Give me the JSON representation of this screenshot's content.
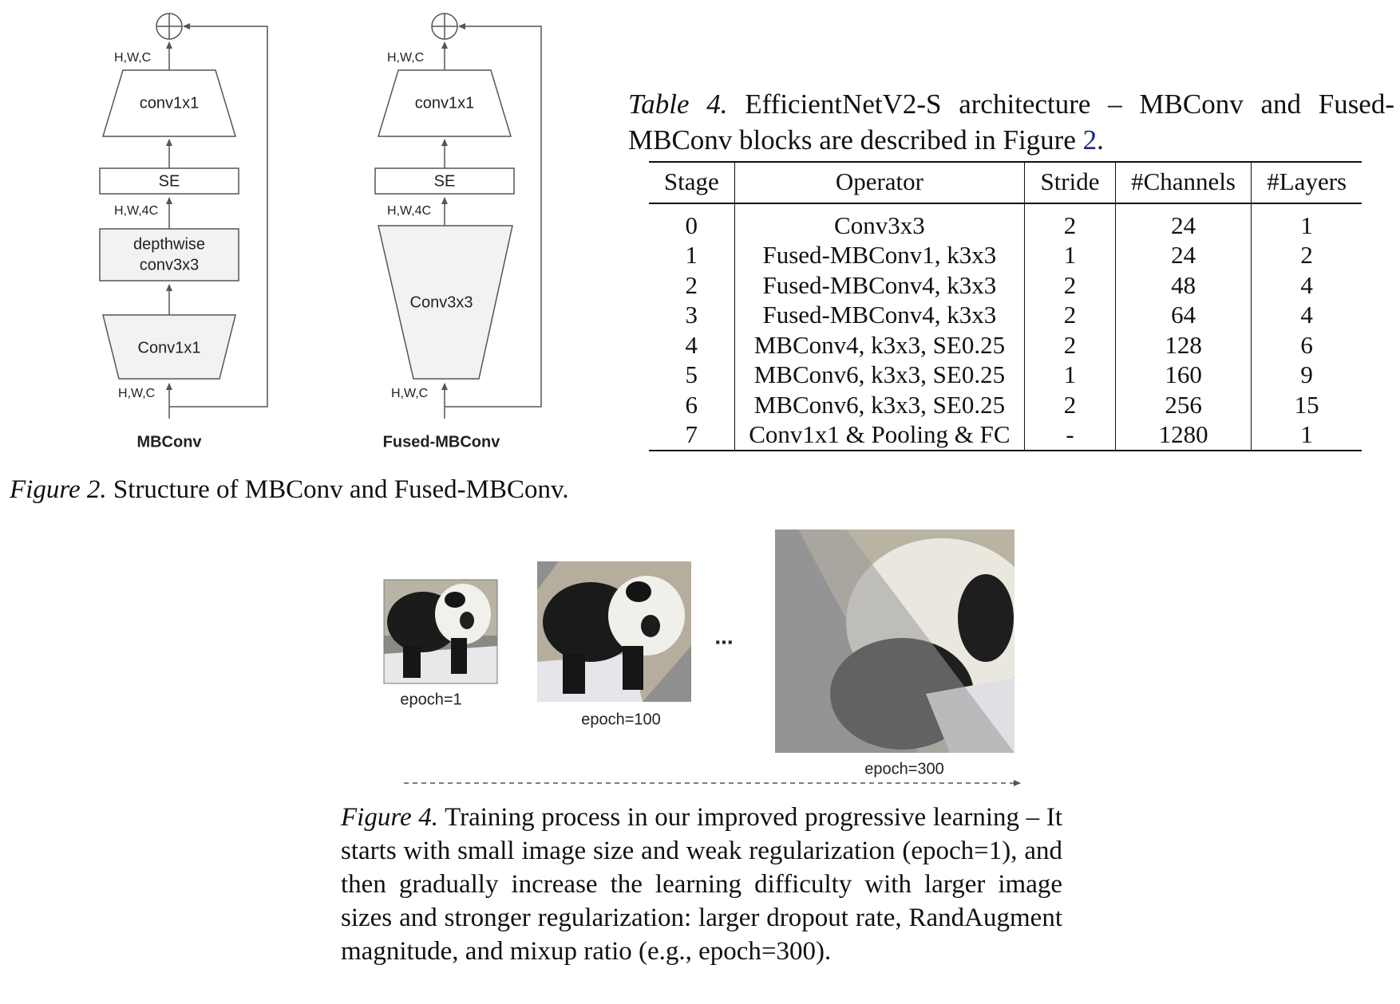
{
  "figure2": {
    "mbconv": {
      "title": "MBConv",
      "blocks": {
        "top": "conv1x1",
        "se": "SE",
        "depthwise_line1": "depthwise",
        "depthwise_line2": "conv3x3",
        "expand": "Conv1x1"
      },
      "dims": {
        "top": "H,W,C",
        "mid": "H,W,4C",
        "bottom": "H,W,C"
      }
    },
    "fused": {
      "title": "Fused-MBConv",
      "blocks": {
        "top": "conv1x1",
        "se": "SE",
        "expand": "Conv3x3"
      },
      "dims": {
        "top": "H,W,C",
        "mid": "H,W,4C",
        "bottom": "H,W,C"
      }
    },
    "caption": {
      "label": "Figure 2.",
      "text": "Structure of MBConv and Fused-MBConv."
    }
  },
  "table4": {
    "caption": {
      "label": "Table 4.",
      "text_pre": "EfficientNetV2-S architecture – MBConv and Fused-MBConv blocks are described in Figure",
      "ref": "2",
      "text_post": "."
    },
    "headers": [
      "Stage",
      "Operator",
      "Stride",
      "#Channels",
      "#Layers"
    ],
    "rows": [
      [
        "0",
        "Conv3x3",
        "2",
        "24",
        "1"
      ],
      [
        "1",
        "Fused-MBConv1, k3x3",
        "1",
        "24",
        "2"
      ],
      [
        "2",
        "Fused-MBConv4, k3x3",
        "2",
        "48",
        "4"
      ],
      [
        "3",
        "Fused-MBConv4, k3x3",
        "2",
        "64",
        "4"
      ],
      [
        "4",
        "MBConv4, k3x3, SE0.25",
        "2",
        "128",
        "6"
      ],
      [
        "5",
        "MBConv6, k3x3, SE0.25",
        "1",
        "160",
        "9"
      ],
      [
        "6",
        "MBConv6, k3x3, SE0.25",
        "2",
        "256",
        "15"
      ],
      [
        "7",
        "Conv1x1 & Pooling & FC",
        "-",
        "1280",
        "1"
      ]
    ]
  },
  "figure4": {
    "labels": {
      "epoch1": "epoch=1",
      "epoch100": "epoch=100",
      "epoch300": "epoch=300",
      "ellipsis": "..."
    },
    "caption": {
      "label": "Figure 4.",
      "text": "Training process in our improved progressive learning – It starts with small image size and weak regularization (epoch=1), and then gradually increase the learning difficulty with larger image sizes and stronger regularization: larger dropout rate, RandAugment magnitude, and mixup ratio (e.g., epoch=300)."
    }
  },
  "colors": {
    "block_fill": "#f2f2f2",
    "line": "#555555",
    "link": "#1a237e"
  }
}
